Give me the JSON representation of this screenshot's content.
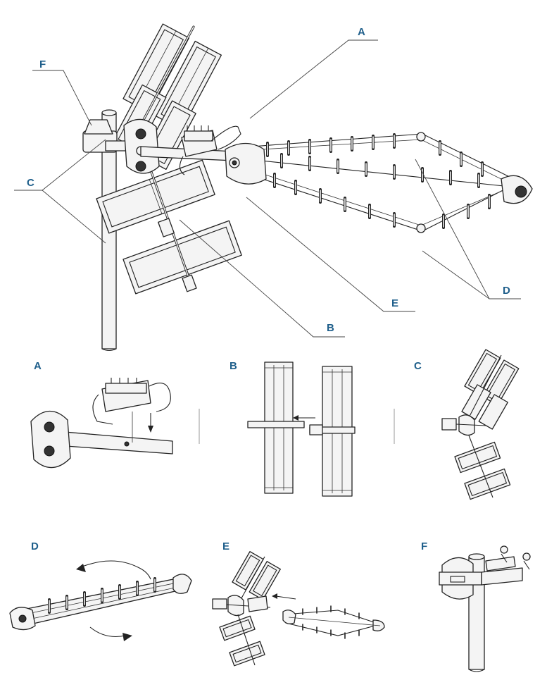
{
  "main_callouts": {
    "a": "A",
    "b": "B",
    "c": "C",
    "d": "D",
    "e": "E",
    "f": "F"
  },
  "step_panels": [
    {
      "label": "A"
    },
    {
      "label": "B"
    },
    {
      "label": "C"
    },
    {
      "label": "D"
    },
    {
      "label": "E"
    },
    {
      "label": "F"
    }
  ],
  "colors": {
    "callout": "#1f5f8b",
    "ink": "#222222",
    "part_fill": "#f4f4f4"
  }
}
